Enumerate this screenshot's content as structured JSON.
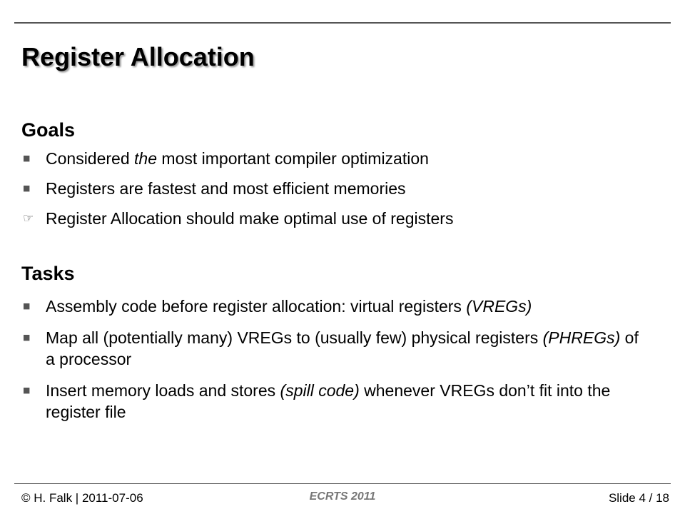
{
  "slide": {
    "title": "Register Allocation",
    "sections": [
      {
        "heading": "Goals",
        "items": [
          {
            "marker": "square",
            "parts": [
              {
                "text": "Considered "
              },
              {
                "text": "the",
                "italic": true
              },
              {
                "text": " most important compiler optimization"
              }
            ]
          },
          {
            "marker": "square",
            "parts": [
              {
                "text": "Registers are fastest and most efficient memories"
              }
            ]
          },
          {
            "marker": "hand",
            "parts": [
              {
                "text": "Register Allocation should make optimal use of registers"
              }
            ]
          }
        ]
      },
      {
        "heading": "Tasks",
        "items": [
          {
            "marker": "square",
            "parts": [
              {
                "text": "Assembly code before register allocation: virtual registers "
              },
              {
                "text": "(VREGs)",
                "italic": true
              }
            ]
          },
          {
            "marker": "square",
            "parts": [
              {
                "text": "Map all (potentially many) VREGs to (usually few) physical registers "
              },
              {
                "text": "(PHREGs)",
                "italic": true
              },
              {
                "text": " of a processor"
              }
            ]
          },
          {
            "marker": "square",
            "parts": [
              {
                "text": "Insert memory loads and stores "
              },
              {
                "text": "(spill code)",
                "italic": true
              },
              {
                "text": " whenever VREGs don’t fit into the register file"
              }
            ]
          }
        ]
      }
    ]
  },
  "markers": {
    "square": "■",
    "hand": "☞"
  },
  "footer": {
    "left": "© H. Falk | 2011-07-06",
    "center": "ECRTS 2011",
    "right": "Slide 4 / 18"
  },
  "colors": {
    "rule": "#555555",
    "bullet": "#555555",
    "footer_center": "#777777"
  }
}
